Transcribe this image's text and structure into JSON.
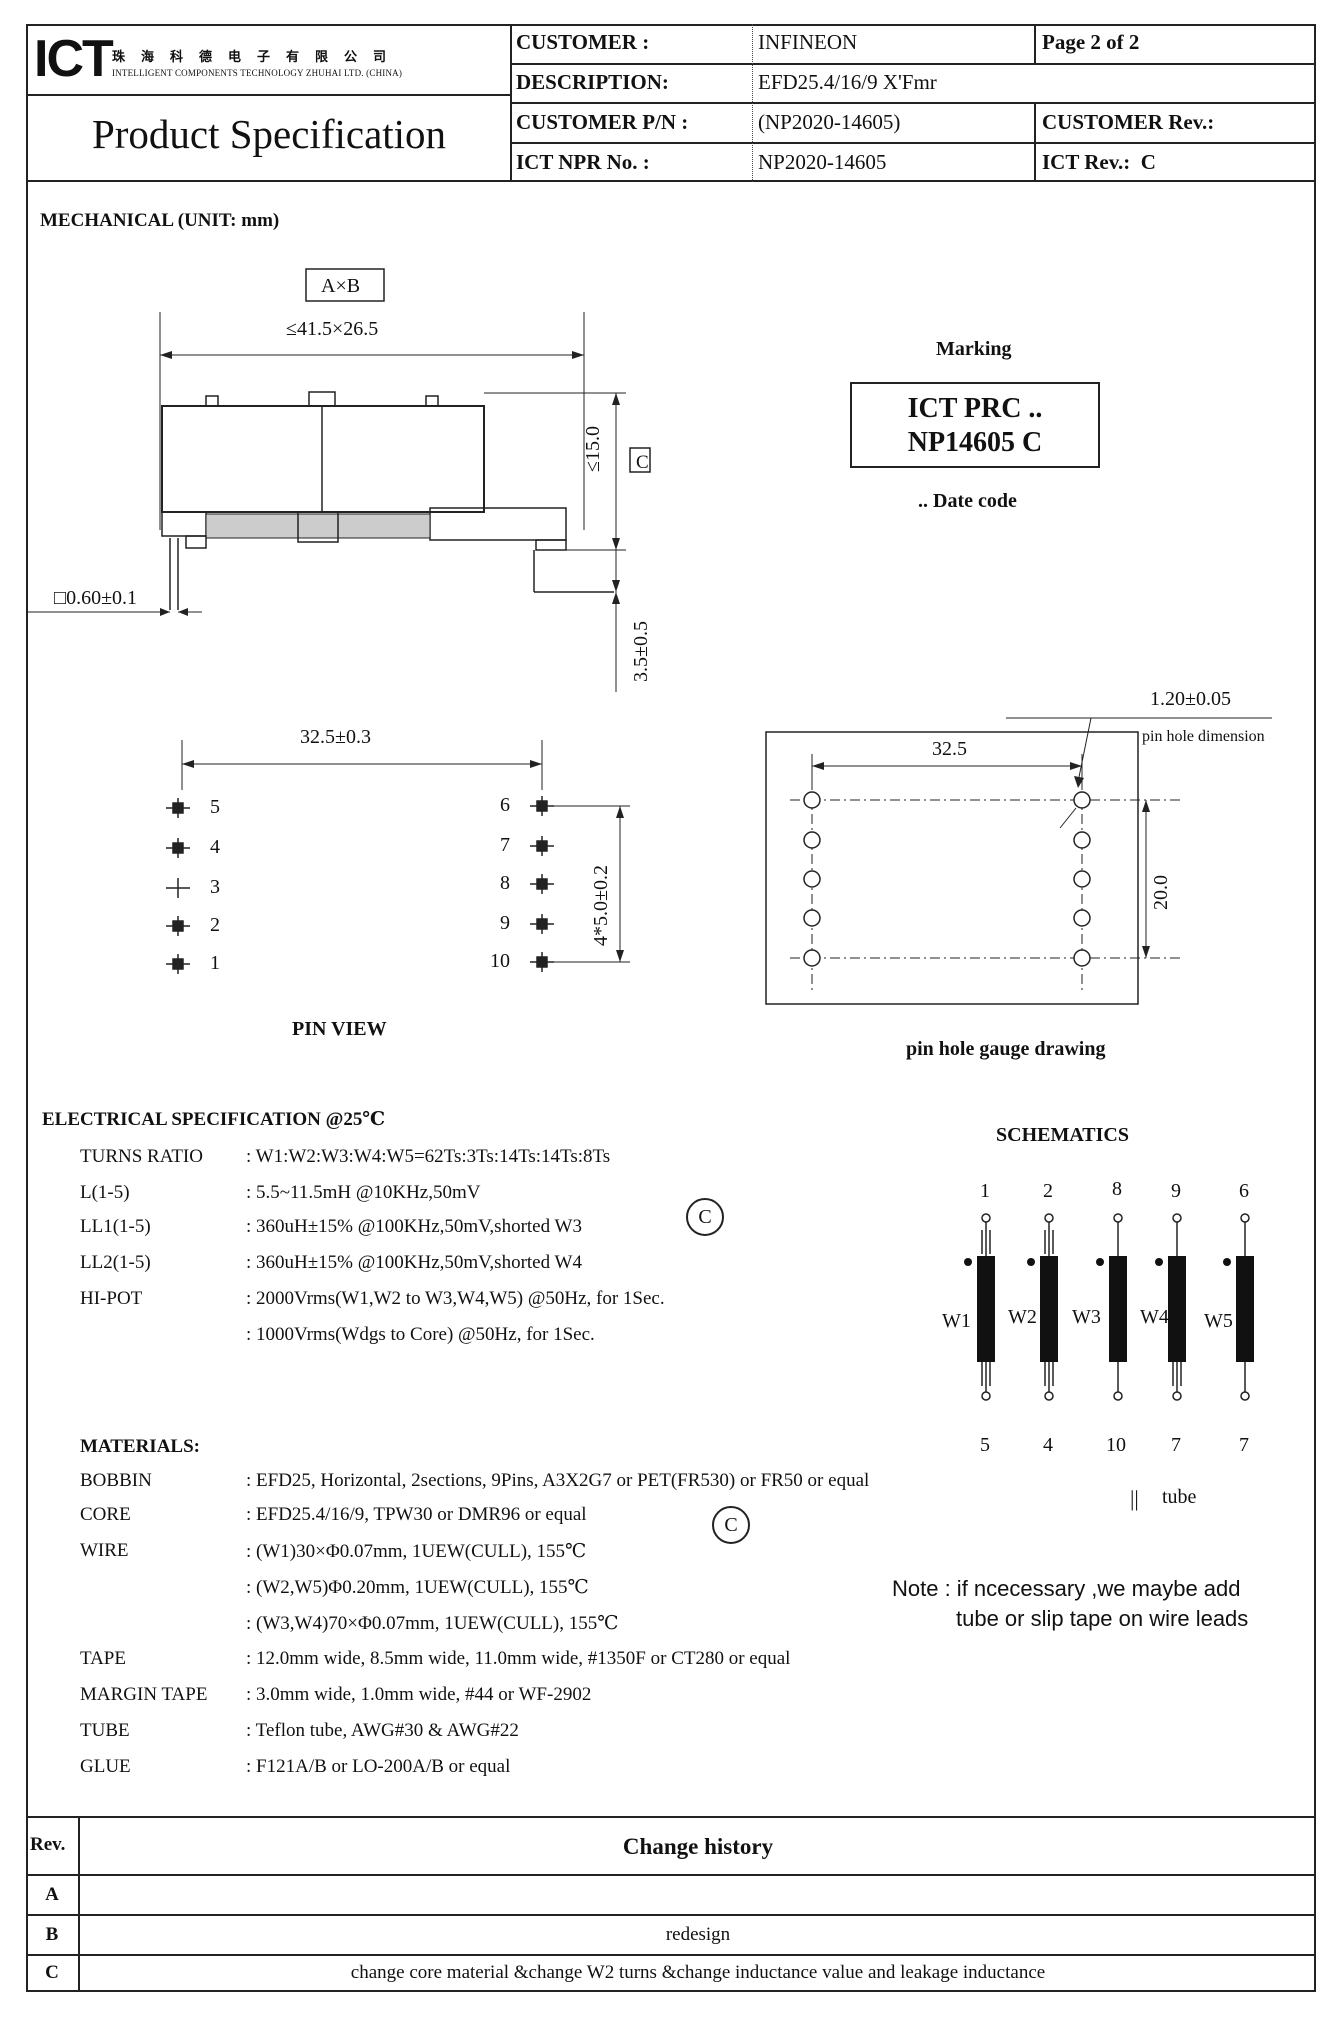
{
  "header": {
    "logo": "ICT",
    "company_cn": "珠海科德电子有限公司",
    "company_en": "INTELLIGENT COMPONENTS TECHNOLOGY ZHUHAI LTD. (CHINA)",
    "doc_title": "Product Specification",
    "customer_label": "CUSTOMER :",
    "customer_value": "INFINEON",
    "page": "Page 2 of 2",
    "description_label": "DESCRIPTION:",
    "description_value": "EFD25.4/16/9 X'Fmr",
    "customer_pn_label": "CUSTOMER P/N :",
    "customer_pn_value": "(NP2020-14605)",
    "customer_rev_label": "CUSTOMER Rev.:",
    "ict_npr_label": "ICT NPR No. :",
    "ict_npr_value": "NP2020-14605",
    "ict_rev_label": "ICT Rev.:",
    "ict_rev_value": "C"
  },
  "mechanical": {
    "title": "MECHANICAL (UNIT: mm)",
    "axb_box": "A×B",
    "width_dim": "≤41.5×26.5",
    "height_dim": "≤15.0",
    "rev_marker": "C",
    "pin_square": "□0.60±0.1",
    "pin_length": "3.5±0.5"
  },
  "marking": {
    "title": "Marking",
    "line1": "ICT PRC ..",
    "line2": "NP14605  C",
    "date_note": ".. Date code"
  },
  "pin_view": {
    "span_dim": "32.5±0.3",
    "pitch_dim": "4*5.0±0.2",
    "left_pins": [
      "5",
      "4",
      "3",
      "2",
      "1"
    ],
    "right_pins": [
      "6",
      "7",
      "8",
      "9",
      "10"
    ],
    "title": "PIN VIEW"
  },
  "gauge": {
    "hole_dim": "1.20±0.05",
    "hole_note": "pin hole dimension",
    "span": "32.5",
    "height": "20.0",
    "title": "pin hole gauge drawing"
  },
  "electrical": {
    "title": "ELECTRICAL SPECIFICATION @25℃",
    "rows": [
      {
        "label": "TURNS RATIO",
        "value": ": W1:W2:W3:W4:W5=62Ts:3Ts:14Ts:14Ts:8Ts"
      },
      {
        "label": "L(1-5)",
        "value": ": 5.5~11.5mH @10KHz,50mV"
      },
      {
        "label": "LL1(1-5)",
        "value": ": 360uH±15% @100KHz,50mV,shorted W3"
      },
      {
        "label": "LL2(1-5)",
        "value": ": 360uH±15% @100KHz,50mV,shorted W4"
      },
      {
        "label": "HI-POT",
        "value": ": 2000Vrms(W1,W2 to W3,W4,W5) @50Hz, for 1Sec."
      },
      {
        "label": "",
        "value": ": 1000Vrms(Wdgs to Core) @50Hz, for 1Sec."
      }
    ],
    "rev_marker": "C"
  },
  "schematics": {
    "title": "SCHEMATICS",
    "top_pins": [
      "1",
      "2",
      "8",
      "9",
      "6"
    ],
    "bottom_pins": [
      "5",
      "4",
      "10",
      "7",
      "7"
    ],
    "windings": [
      "W1",
      "W2",
      "W3",
      "W4",
      "W5"
    ],
    "tube_label": "tube",
    "note_line1": "Note : if ncecessary ,we maybe add",
    "note_line2": "tube or slip tape on wire leads"
  },
  "materials": {
    "title": "MATERIALS:",
    "rows": [
      {
        "label": "BOBBIN",
        "value": ": EFD25, Horizontal, 2sections, 9Pins, A3X2G7 or PET(FR530) or FR50 or equal"
      },
      {
        "label": "CORE",
        "value": ": EFD25.4/16/9, TPW30 or DMR96 or equal"
      },
      {
        "label": "WIRE",
        "value": ": (W1)30×Φ0.07mm, 1UEW(CULL), 155℃"
      },
      {
        "label": "",
        "value": ": (W2,W5)Φ0.20mm, 1UEW(CULL), 155℃"
      },
      {
        "label": "",
        "value": ": (W3,W4)70×Φ0.07mm, 1UEW(CULL), 155℃"
      },
      {
        "label": "TAPE",
        "value": ": 12.0mm wide, 8.5mm wide, 11.0mm wide, #1350F or CT280 or equal"
      },
      {
        "label": "MARGIN TAPE",
        "value": ": 3.0mm wide, 1.0mm wide, #44 or WF-2902"
      },
      {
        "label": "TUBE",
        "value": ": Teflon tube, AWG#30 & AWG#22"
      },
      {
        "label": "GLUE",
        "value": ":  F121A/B or LO-200A/B or equal"
      }
    ],
    "rev_marker": "C"
  },
  "revision": {
    "col_rev": "Rev.",
    "col_history": "Change history",
    "rows": [
      {
        "rev": "A",
        "text": ""
      },
      {
        "rev": "B",
        "text": "redesign"
      },
      {
        "rev": "C",
        "text": "change core material &change W2 turns &change inductance value and leakage inductance"
      }
    ]
  }
}
